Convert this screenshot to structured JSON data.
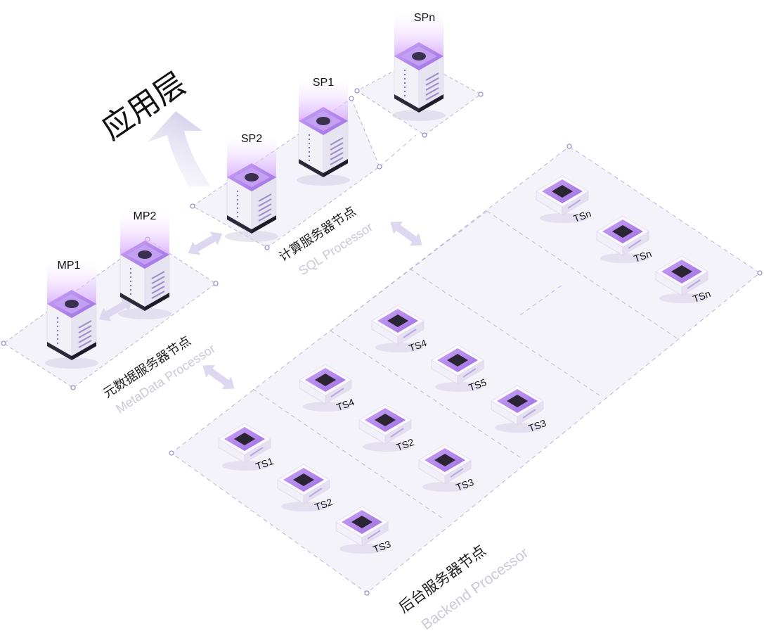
{
  "app_layer": {
    "label": "应用层"
  },
  "sql_group": {
    "title_cn": "计算服务器节点",
    "title_en": "SQL Processor"
  },
  "meta_group": {
    "title_cn": "元数据服务器节点",
    "title_en": "MetaData Processor"
  },
  "backend_group": {
    "title_cn": "后台服务器节点",
    "title_en": "Backend Processor"
  },
  "sql_servers": [
    {
      "id": "sp2",
      "label": "SP2"
    },
    {
      "id": "sp1",
      "label": "SP1"
    },
    {
      "id": "spn",
      "label": "SPn"
    }
  ],
  "meta_servers": [
    {
      "id": "mp1",
      "label": "MP1"
    },
    {
      "id": "mp2",
      "label": "MP2"
    }
  ],
  "ts_nodes": [
    {
      "id": "ts1-a",
      "label": "TS1"
    },
    {
      "id": "ts2-a",
      "label": "TS2"
    },
    {
      "id": "ts3-a",
      "label": "TS3"
    },
    {
      "id": "ts4-b",
      "label": "TS4"
    },
    {
      "id": "ts2-b",
      "label": "TS2"
    },
    {
      "id": "ts3-b",
      "label": "TS3"
    },
    {
      "id": "ts4-c",
      "label": "TS4"
    },
    {
      "id": "ts5-c",
      "label": "TS5"
    },
    {
      "id": "ts3-c",
      "label": "TS3"
    },
    {
      "id": "tsn-1",
      "label": "TSn"
    },
    {
      "id": "tsn-2",
      "label": "TSn"
    },
    {
      "id": "tsn-3",
      "label": "TSn"
    }
  ],
  "colors": {
    "purple_top": "#9b6bde",
    "purple_glow": "#e3c8ff",
    "plane_fill": "#f4f3fa",
    "plane_border": "#b9b7d8",
    "arrow_fill": "#ddd8f0",
    "label_dark": "#222222",
    "label_light": "#c9c9d9"
  }
}
